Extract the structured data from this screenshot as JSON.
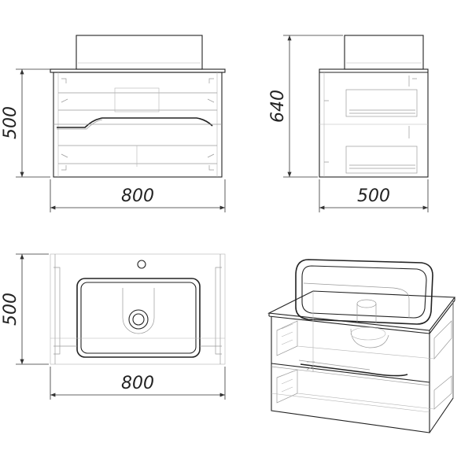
{
  "views": {
    "front": {
      "width_label": "800",
      "height_label": "500"
    },
    "side": {
      "height_label": "640",
      "depth_label": "500"
    },
    "top": {
      "width_label": "800",
      "depth_label": "500"
    },
    "isometric": {}
  }
}
